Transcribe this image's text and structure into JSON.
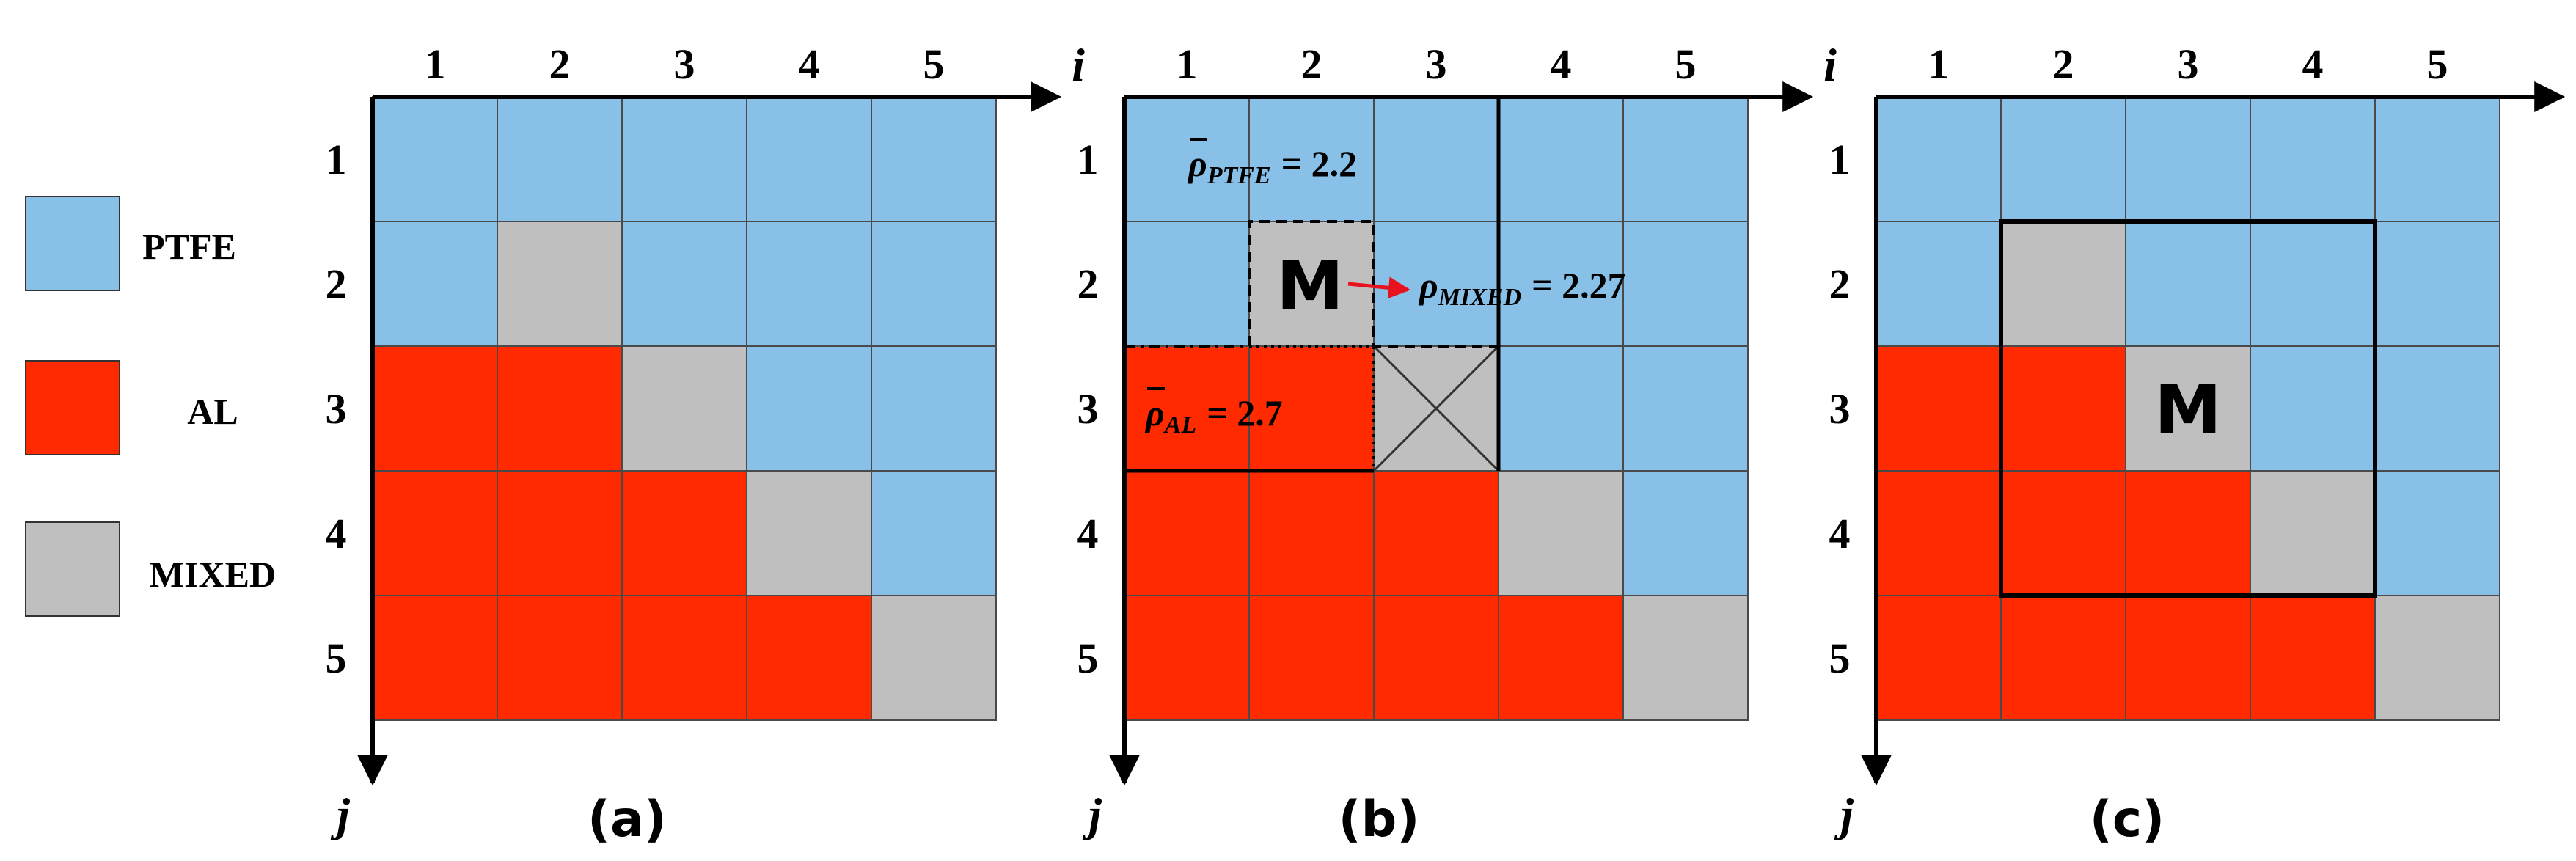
{
  "colors": {
    "ptfe": "#89C0E8",
    "al": "#FF2A00",
    "mixed": "#BFBFBF",
    "grid_line": "#4a4a4a",
    "axis": "#000000",
    "arrow": "#E8121E"
  },
  "legend": [
    {
      "key": "ptfe",
      "label": "PTFE"
    },
    {
      "key": "al",
      "label": "AL"
    },
    {
      "key": "mixed",
      "label": "MIXED"
    }
  ],
  "axes": {
    "col_labels": [
      "1",
      "2",
      "3",
      "4",
      "5"
    ],
    "row_labels": [
      "1",
      "2",
      "3",
      "4",
      "5"
    ],
    "i_label": "i",
    "j_label": "j"
  },
  "grid": [
    [
      "ptfe",
      "ptfe",
      "ptfe",
      "ptfe",
      "ptfe"
    ],
    [
      "ptfe",
      "mixed",
      "ptfe",
      "ptfe",
      "ptfe"
    ],
    [
      "al",
      "al",
      "mixed",
      "ptfe",
      "ptfe"
    ],
    [
      "al",
      "al",
      "al",
      "mixed",
      "ptfe"
    ],
    [
      "al",
      "al",
      "al",
      "al",
      "mixed"
    ]
  ],
  "panels": [
    {
      "caption": "(a)"
    },
    {
      "caption": "(b)"
    },
    {
      "caption": "(c)"
    }
  ],
  "panel_b": {
    "rho_ptfe": {
      "symbol": "ρ",
      "subscript": "PTFE",
      "value": "= 2.2"
    },
    "rho_al": {
      "symbol": "ρ",
      "subscript": "AL",
      "value": "= 2.7"
    },
    "rho_mixed": {
      "symbol": "ρ",
      "subscript": "MIXED",
      "value": "= 2.27"
    },
    "marker": "M"
  },
  "panel_c": {
    "marker": "M"
  }
}
